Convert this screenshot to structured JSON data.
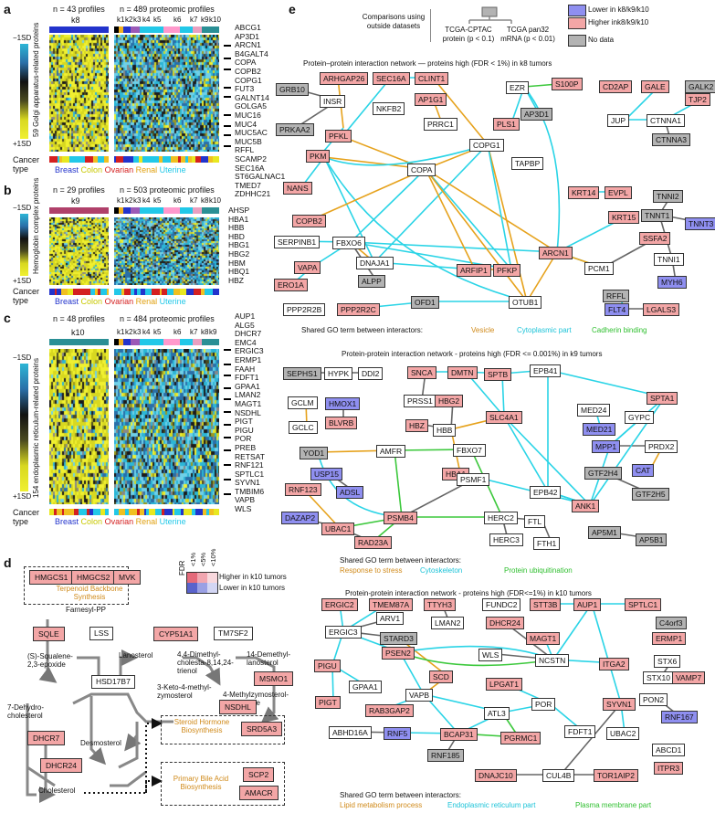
{
  "panel_labels": {
    "a": "a",
    "b": "b",
    "c": "c",
    "d": "d",
    "e": "e"
  },
  "colors": {
    "high": "#f3a6a6",
    "low": "#8f8ff0",
    "nodata": "#b3b3b3",
    "orange": "#e6a21c",
    "cyan": "#2ad4e6",
    "green": "#3cc83c"
  },
  "panel_a": {
    "n_left": "n = 43 profiles",
    "n_right": "n = 489 proteomic profiles",
    "cluster_left": "k8",
    "clusters_right": [
      "k1",
      "k2",
      "k3",
      "k4",
      "k5",
      "k6",
      "k7",
      "k9",
      "k10"
    ],
    "ylabel": "59 Golgi apparatus-related proteins",
    "scale_top": "−1SD",
    "scale_bottom": "+1SD",
    "genes": [
      "ABCG1",
      "AP3D1",
      "ARCN1",
      "B4GALT4",
      "COPA",
      "COPB2",
      "COPG1",
      "FUT3",
      "GALNT14",
      "GOLGA5",
      "MUC16",
      "MUC4",
      "MUC5AC",
      "MUC5B",
      "RFFL",
      "SCAMP2",
      "SEC16A",
      "ST6GALNAC1",
      "TMED7",
      "ZDHHC21"
    ]
  },
  "panel_b": {
    "n_left": "n = 29 profiles",
    "n_right": "n = 503 proteomic profiles",
    "cluster_left": "k9",
    "clusters_right": [
      "k1",
      "k2",
      "k3",
      "k4",
      "k5",
      "k6",
      "k7",
      "k8",
      "k10"
    ],
    "ylabel": "Hemoglobin complex proteins",
    "scale_top": "−1SD",
    "scale_bottom": "+1SD",
    "genes": [
      "AHSP",
      "HBA1",
      "HBB",
      "HBD",
      "HBG1",
      "HBG2",
      "HBM",
      "HBQ1",
      "HBZ"
    ]
  },
  "panel_c": {
    "n_left": "n = 48 profiles",
    "n_right": "n = 484 proteomic profiles",
    "cluster_left": "k10",
    "clusters_right": [
      "k1",
      "k2",
      "k3",
      "k4",
      "k5",
      "k6",
      "k7",
      "k8",
      "k9"
    ],
    "ylabel": "154 endoplasmic reticulum-related proteins",
    "scale_top": "−1SD",
    "scale_bottom": "+1SD",
    "genes": [
      "AUP1",
      "ALG5",
      "DHCR7",
      "EMC4",
      "ERGIC3",
      "ERMP1",
      "FAAH",
      "FDFT1",
      "GPAA1",
      "LMAN2",
      "MAGT1",
      "NSDHL",
      "PIGT",
      "PIGU",
      "POR",
      "PREB",
      "RETSAT",
      "RNF121",
      "SPTLC1",
      "SYVN1",
      "TMBIM6",
      "VAPB",
      "WLS"
    ]
  },
  "cancer_type": {
    "label": "Cancer type",
    "types": [
      {
        "name": "Breast",
        "color": "#2233cc"
      },
      {
        "name": "Colon",
        "color": "#e8e820"
      },
      {
        "name": "Ovarian",
        "color": "#d42020"
      },
      {
        "name": "Renal",
        "color": "#f0c020"
      },
      {
        "name": "Uterine",
        "color": "#22c8e8"
      }
    ]
  },
  "panel_d": {
    "boxes": {
      "hmgcs1": "HMGCS1",
      "hmgcs2": "HMGCS2",
      "mvk": "MVK",
      "terpenoid": "Terpenoid Backbone Synthesis",
      "farnesyl": "Farnesyl-PP",
      "sqle": "SQLE",
      "lss": "LSS",
      "cyp51a1": "CYP51A1",
      "tm7sf2": "TM7SF2",
      "squalene": "(S)-Squalene-2,3-epoxide",
      "lanosterol": "Lanosterol",
      "dimethyl": "4,4-Dimethyl-cholesta-8,14,24-trienol",
      "demethyl": "14-Demethyl-lanosterol",
      "msmo1": "MSMO1",
      "hsd17b7": "HSD17B7",
      "keto": "3-Keto-4-methyl-zymosterol",
      "nsdhl": "NSDHL",
      "methylzymo": "4-Methylzymosterol-carboxylate",
      "dehydro": "7-Dehydro-cholesterol",
      "dhcr7": "DHCR7",
      "desmosterol": "Desmosterol",
      "dhcr24": "DHCR24",
      "cholesterol": "Cholesterol",
      "steroid": "Steroid Hormone Biosynthesis",
      "srd5a3": "SRD5A3",
      "bile": "Primary Bile Acid Biosynthesis",
      "scp2": "SCP2",
      "amacr": "AMACR"
    },
    "legend": {
      "fdr": "FDR",
      "cols": [
        "<1%",
        "<5%",
        "<10%"
      ],
      "higher": "Higher in k10 tumors",
      "lower": "Lower in k10 tumors"
    }
  },
  "panel_e": {
    "legend": {
      "comparisons": "Comparisons using outside datasets",
      "cptac": "TCGA-CPTAC protein (p < 0.1)",
      "pan32": "TCGA pan32 mRNA (p < 0.01)",
      "lower": "Lower in k8/k9/k10",
      "higher": "Higher ink8/k9/k10",
      "nodata": "No data"
    },
    "net1": {
      "title": "Protein–protein interaction network — proteins high (FDR < 1%) in k8 tumors",
      "go_label": "Shared GO term between interactors:",
      "go": [
        "Vesicle",
        "Cytoplasmic part",
        "Cadherin binding"
      ]
    },
    "net2": {
      "title": "Protein-protein interaction network - proteins high (FDR <= 0.001%) in k9 tumors",
      "go_label": "Shared GO term between interactors:",
      "go": [
        "Response to stress",
        "Cytoskeleton",
        "Protein ubiquitination"
      ]
    },
    "net3": {
      "title": "Protein-protein interaction network - proteins high (FDR<=1%) in k10 tumors",
      "go_label": "Shared GO term between interactors:",
      "go": [
        "Lipid metabolism process",
        "Endoplasmic reticulum part",
        "Plasma membrane part"
      ]
    }
  }
}
